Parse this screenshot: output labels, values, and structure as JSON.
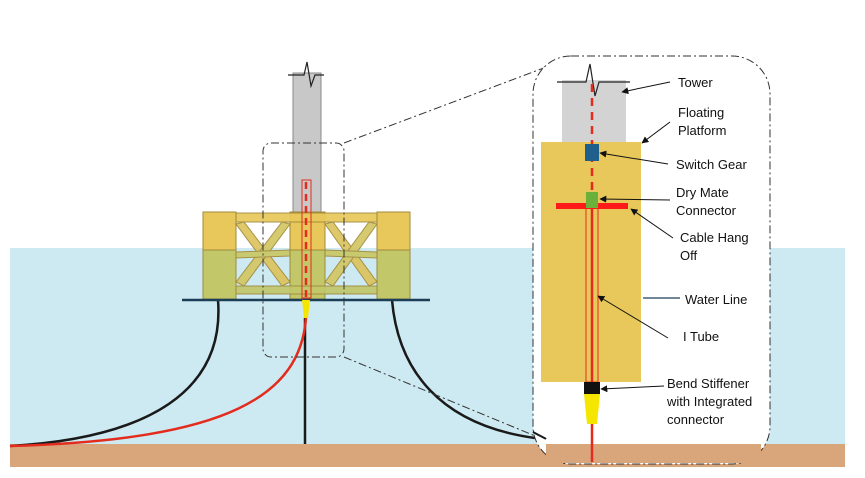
{
  "labels": {
    "tower": "Tower",
    "floating_platform_1": "Floating",
    "floating_platform_2": "Platform",
    "switch_gear": "Switch Gear",
    "dry_mate_1": "Dry Mate",
    "dry_mate_2": "Connector",
    "cable_hang_off_1": "Cable Hang",
    "cable_hang_off_2": "Off",
    "water_line": "Water Line",
    "i_tube": "I Tube",
    "bend_stiffener_1": "Bend Stiffener",
    "bend_stiffener_2": "with Integrated",
    "bend_stiffener_3": "connector"
  },
  "colors": {
    "water": "#cdeaf2",
    "seabed": "#d9a57a",
    "platform": "#e8c85a",
    "platform_underwater": "#c2c76a",
    "tower": "#c8c8c8",
    "cable_red": "#e32b1e",
    "mooring": "#1a1a1a",
    "switch_gear": "#1f5f8b",
    "dry_mate": "#6ab03a",
    "bend_stiffener": "#f5e600",
    "hang_off": "#ff1a1a",
    "waterline": "#1c3f57"
  },
  "icons": [
    "tower-break-icon"
  ]
}
